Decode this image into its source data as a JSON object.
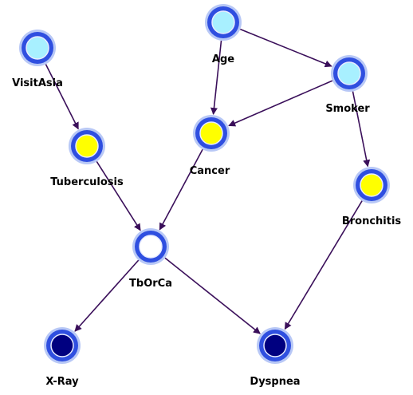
{
  "diagram": {
    "nodes": [
      {
        "id": "visitasia",
        "label": "VisitAsia",
        "state": "observed-light"
      },
      {
        "id": "age",
        "label": "Age",
        "state": "observed-light"
      },
      {
        "id": "smoker",
        "label": "Smoker",
        "state": "observed-light"
      },
      {
        "id": "tuberculosis",
        "label": "Tuberculosis",
        "state": "yellow"
      },
      {
        "id": "cancer",
        "label": "Cancer",
        "state": "yellow"
      },
      {
        "id": "bronchitis",
        "label": "Bronchitis",
        "state": "yellow"
      },
      {
        "id": "tborca",
        "label": "TbOrCa",
        "state": "white"
      },
      {
        "id": "xray",
        "label": "X-Ray",
        "state": "dark"
      },
      {
        "id": "dyspnea",
        "label": "Dyspnea",
        "state": "dark"
      }
    ],
    "edges": [
      {
        "from": "visitasia",
        "to": "tuberculosis"
      },
      {
        "from": "age",
        "to": "cancer"
      },
      {
        "from": "age",
        "to": "smoker"
      },
      {
        "from": "smoker",
        "to": "cancer"
      },
      {
        "from": "smoker",
        "to": "bronchitis"
      },
      {
        "from": "tuberculosis",
        "to": "tborca"
      },
      {
        "from": "cancer",
        "to": "tborca"
      },
      {
        "from": "tborca",
        "to": "xray"
      },
      {
        "from": "tborca",
        "to": "dyspnea"
      },
      {
        "from": "bronchitis",
        "to": "dyspnea"
      }
    ]
  },
  "colors": {
    "ring": "#2f4fe0",
    "ring_halo": "#b8c8f6",
    "edge": "#3a0f5a",
    "fill_light": "#a8f0ff",
    "fill_yellow": "#ffff00",
    "fill_white": "#ffffff",
    "fill_dark": "#000080"
  }
}
